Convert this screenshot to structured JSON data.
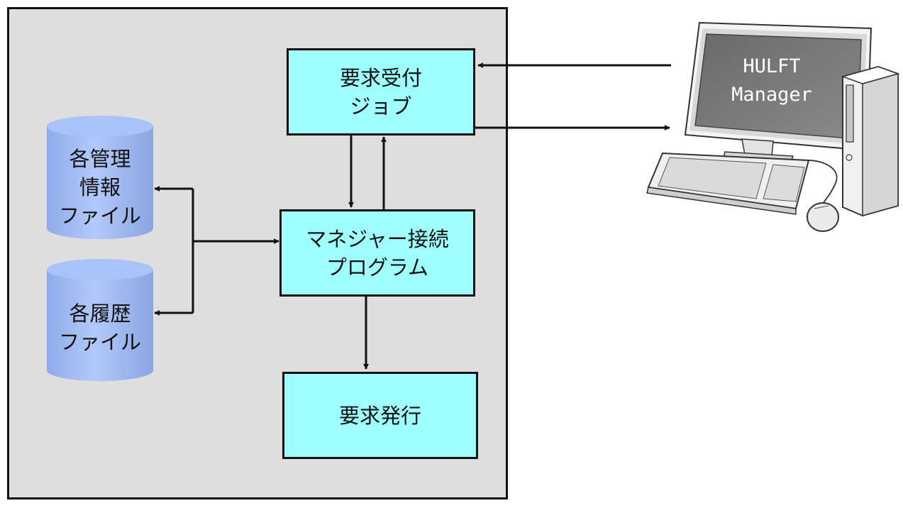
{
  "nodes": {
    "request_receive_job": {
      "lines": [
        "要求受付",
        "ジョブ"
      ]
    },
    "manager_connect_program": {
      "lines": [
        "マネジャー接続",
        "プログラム"
      ]
    },
    "request_issue": {
      "lines": [
        "要求発行"
      ]
    },
    "management_info_files": {
      "lines": [
        "各管理",
        "情報",
        "ファイル"
      ]
    },
    "history_files": {
      "lines": [
        "各履歴",
        "ファイル"
      ]
    }
  },
  "computer": {
    "screen_lines": [
      "HULFT",
      "Manager"
    ],
    "icon": "desktop-computer-icon"
  },
  "colors": {
    "panel": "#dedede",
    "process_box": "#9fffff",
    "database": "#a3bdf5",
    "line": "#111111"
  }
}
